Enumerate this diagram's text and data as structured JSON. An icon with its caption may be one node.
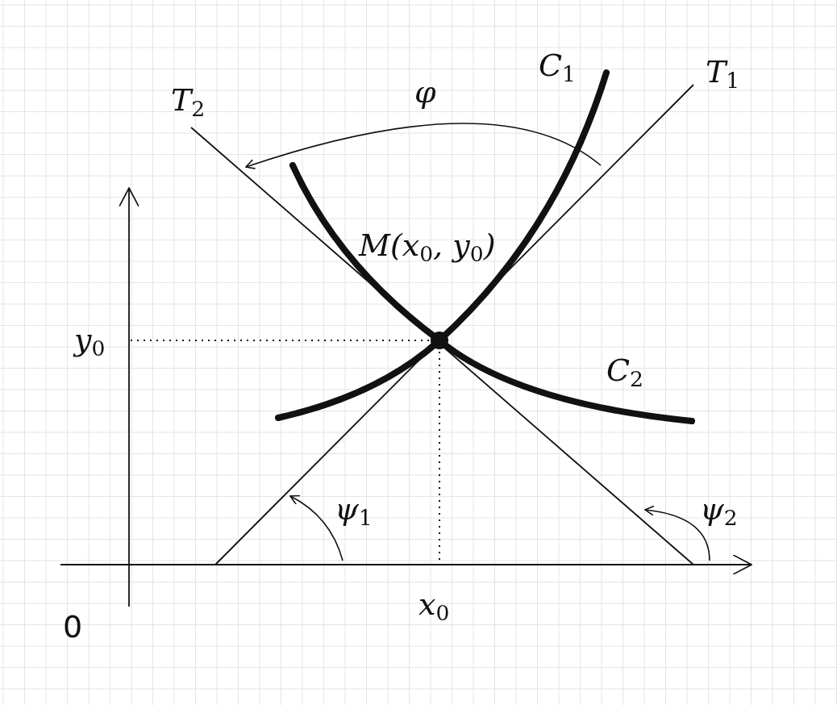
{
  "diagram": {
    "labels": [
      "C$_{1}$",
      "T$_{1}$",
      "T$_{2}$",
      "φ",
      "M(x$_{0}$, y$_{0}$)",
      "y$_{0}$",
      "C$_{2}$",
      "ψ$_{1}$",
      "ψ$_{2}$",
      "x$_{0}$",
      "0"
    ]
  }
}
